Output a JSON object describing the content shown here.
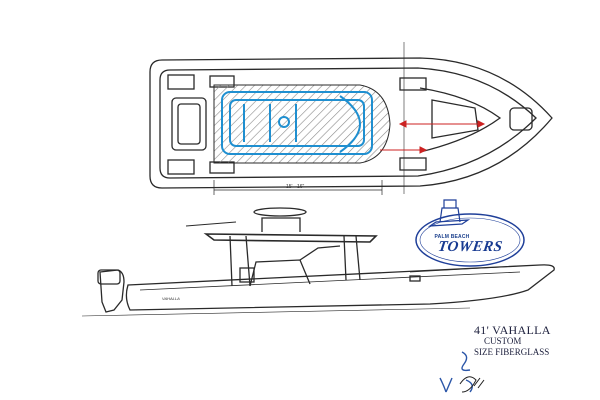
{
  "logo": {
    "brand_small": "PALM BEACH",
    "brand_large": "TOWERS",
    "colors": {
      "outline": "#1f3f99",
      "text": "#173a91"
    }
  },
  "title_block": {
    "line1": "41' VAHALLA",
    "line2": "CUSTOM",
    "line3": "SIZE FIBERGLASS"
  },
  "annotations": {
    "plan_width_dim": "15' - 16\"",
    "hull_text": "VAHALLA"
  },
  "colors": {
    "ink": "#2a2a2a",
    "tower": "#1f8fd0",
    "hatch": "#8a8a8a",
    "accent": "#cc2222",
    "sketch_blue": "#2b56a8"
  }
}
